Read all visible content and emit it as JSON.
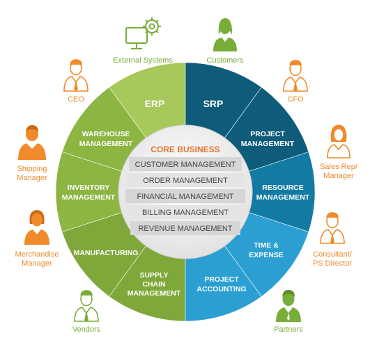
{
  "colors": {
    "erp_dark": "#7fa73a",
    "erp_mid": "#8cb542",
    "erp_light": "#a7c85b",
    "srp_dark": "#0e5c7a",
    "srp_mid": "#137aa3",
    "srp_light": "#2b9fd1",
    "orange": "#f08a2b",
    "green": "#79ad3a"
  },
  "wheel": {
    "erp_label": "ERP",
    "srp_label": "SRP",
    "segments": {
      "warehouse": [
        "WAREHOUSE",
        "MANAGEMENT"
      ],
      "inventory": [
        "INVENTORY",
        "MANAGEMENT"
      ],
      "manufacturing": [
        "MANUFACTURING"
      ],
      "supply_chain": [
        "SUPPLY",
        "CHAIN",
        "MANAGEMENT"
      ],
      "project_management": [
        "PROJECT",
        "MANAGEMENT"
      ],
      "resource_management": [
        "RESOURCE",
        "MANAGEMENT"
      ],
      "time_expense": [
        "TIME &",
        "EXPENSE"
      ],
      "project_accounting": [
        "PROJECT",
        "ACCOUNTING"
      ]
    }
  },
  "core": {
    "title": "CORE BUSINESS",
    "items": [
      "CUSTOMER MANAGEMENT",
      "ORDER MANAGEMENT",
      "FINANCIAL MANAGEMENT",
      "BILLING MANAGEMENT",
      "REVENUE MANAGEMENT"
    ]
  },
  "people": {
    "external_systems": "External Systems",
    "customers": "Customers",
    "ceo": "CEO",
    "cfo": "CFO",
    "shipping": [
      "Shipping",
      "Manager"
    ],
    "sales_rep": [
      "Sales Rep/",
      "Manager"
    ],
    "merchandise": [
      "Merchandise",
      "Manager"
    ],
    "consultant": [
      "Consultant/",
      "PS Director"
    ],
    "vendors": "Vendors",
    "partners": "Partners"
  }
}
